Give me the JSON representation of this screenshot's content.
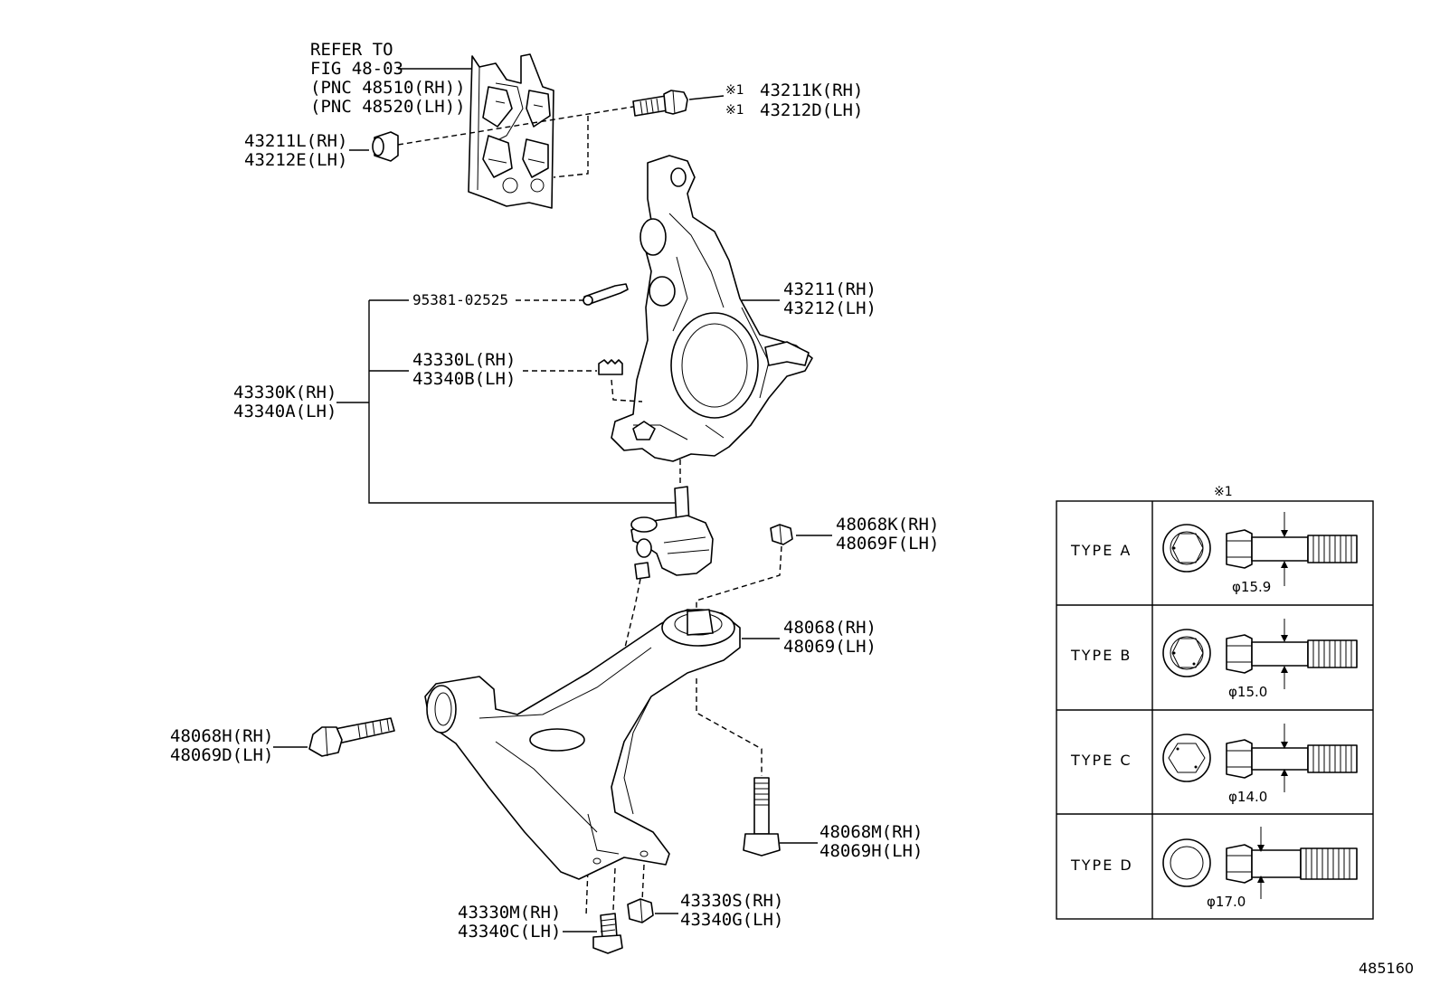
{
  "refer_note": {
    "line1": "REFER TO",
    "line2": "FIG 48-03",
    "line3": "(PNC 48510(RH))",
    "line4": "(PNC 48520(LH))"
  },
  "callouts": {
    "bolt_top": {
      "mark": "※1",
      "rh": "43211K(RH)",
      "lh": "43212D(LH)"
    },
    "nut_top": {
      "rh": "43211L(RH)",
      "lh": "43212E(LH)"
    },
    "cotter_pin": {
      "part": "95381-02525"
    },
    "knuckle": {
      "rh": "43211(RH)",
      "lh": "43212(LH)"
    },
    "castle_nut": {
      "rh": "43330L(RH)",
      "lh": "43340B(LH)"
    },
    "ball_joint": {
      "rh": "43330K(RH)",
      "lh": "43340A(LH)"
    },
    "nut_arm": {
      "rh": "48068K(RH)",
      "lh": "48069F(LH)"
    },
    "lower_arm": {
      "rh": "48068(RH)",
      "lh": "48069(LH)"
    },
    "bolt_front": {
      "rh": "48068H(RH)",
      "lh": "48069D(LH)"
    },
    "bolt_rear": {
      "rh": "48068M(RH)",
      "lh": "48069H(LH)"
    },
    "bolt_joint": {
      "rh": "43330M(RH)",
      "lh": "43340C(LH)"
    },
    "nut_joint": {
      "rh": "43330S(RH)",
      "lh": "43340G(LH)"
    }
  },
  "type_table": {
    "title": "※1",
    "rows": [
      {
        "label": "TYPE  A",
        "diameter": "φ15.9"
      },
      {
        "label": "TYPE  B",
        "diameter": "φ15.0"
      },
      {
        "label": "TYPE  C",
        "diameter": "φ14.0"
      },
      {
        "label": "TYPE  D",
        "diameter": "φ17.0"
      }
    ]
  },
  "figure_number": "485160"
}
